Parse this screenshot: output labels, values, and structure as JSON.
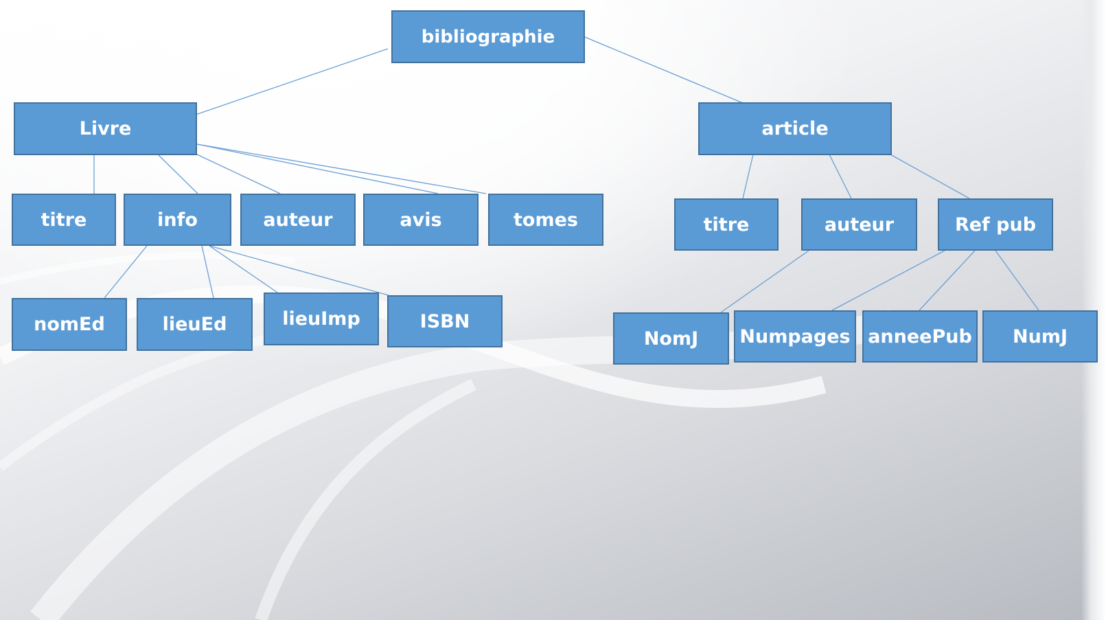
{
  "diagram": {
    "root": "bibliographie",
    "left_branch": {
      "label": "Livre",
      "children": [
        "titre",
        "info",
        "auteur",
        "avis",
        "tomes"
      ],
      "info_children": [
        "nomEd",
        "lieuEd",
        "lieuImp",
        "ISBN"
      ]
    },
    "right_branch": {
      "label": "article",
      "children": [
        "titre",
        "auteur",
        "Ref pub"
      ],
      "auteur_children": [
        "NomJ"
      ],
      "refpub_children": [
        "Numpages",
        "anneePub",
        "NumJ"
      ]
    }
  },
  "colors": {
    "node_fill": "#5b9bd5",
    "node_border": "#41719c",
    "node_text": "#ffffff",
    "connector": "#6a9fd3"
  }
}
